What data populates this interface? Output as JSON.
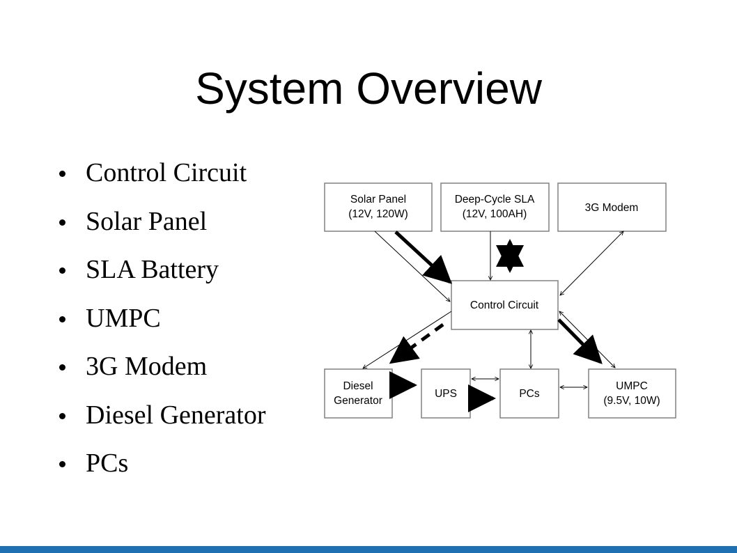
{
  "slide": {
    "title": "System Overview",
    "bullets": [
      "Control Circuit",
      "Solar Panel",
      "SLA Battery",
      "UMPC",
      "3G Modem",
      "Diesel Generator",
      "PCs"
    ]
  },
  "diagram": {
    "nodes": {
      "solar": [
        "Solar Panel",
        "(12V, 120W)"
      ],
      "sla": [
        "Deep-Cycle SLA",
        "(12V, 100AH)"
      ],
      "modem": [
        "3G Modem"
      ],
      "control": [
        "Control Circuit"
      ],
      "diesel": [
        "Diesel",
        "Generator"
      ],
      "ups": [
        "UPS"
      ],
      "pcs": [
        "PCs"
      ],
      "umpc": [
        "UMPC",
        "(9.5V, 10W)"
      ]
    }
  },
  "colors": {
    "bottom_bar": "#1f6fb3",
    "box_border": "#808080"
  }
}
